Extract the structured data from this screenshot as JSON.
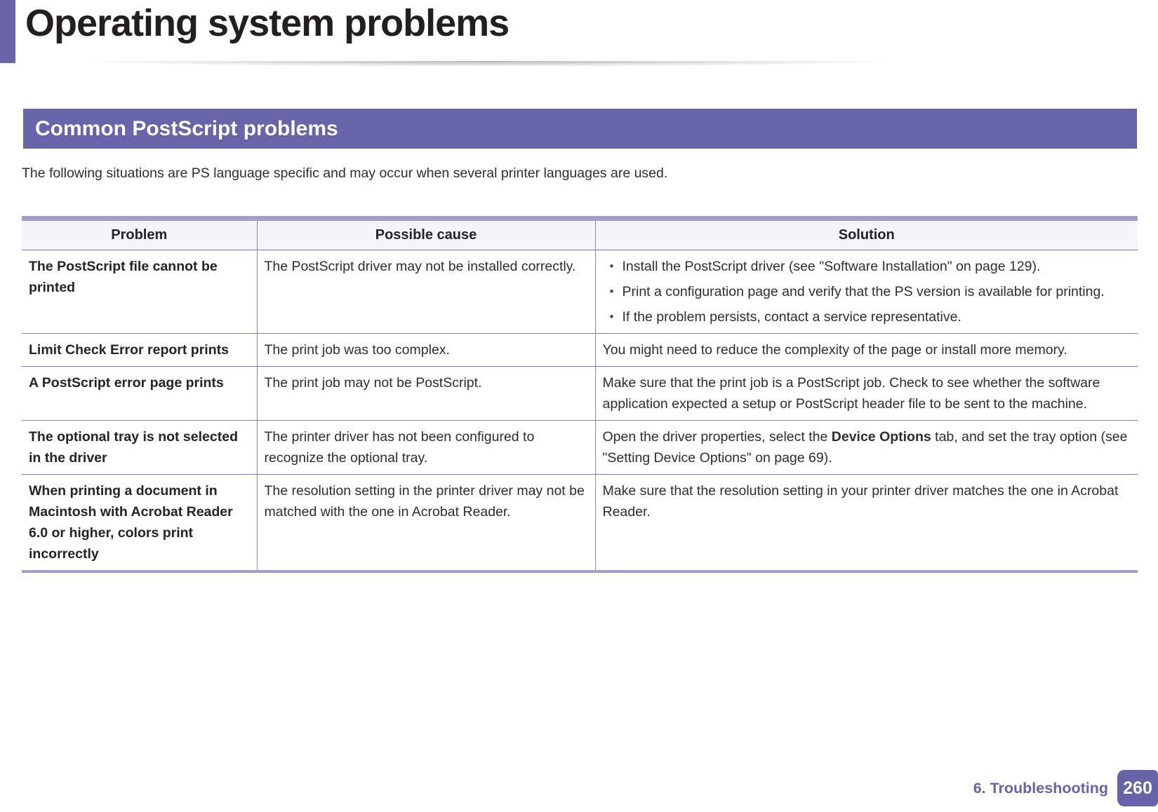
{
  "page": {
    "title": "Operating system problems",
    "section_header": "Common PostScript problems",
    "intro": "The following situations are PS language specific and may occur when several printer languages are used.",
    "bullet_glyph": "•",
    "footer": {
      "chapter": "6. Troubleshooting",
      "page_number": "260"
    },
    "colors": {
      "accent_purple": "#6663A8",
      "section_bar_bg": "#6865AA",
      "table_outer_border": "#A49DCB",
      "table_inner_line": "#827CB5",
      "header_row_bg": "#F5F4FA",
      "body_text": "#2F2D2E"
    }
  },
  "table": {
    "headers": [
      "Problem",
      "Possible cause",
      "Solution"
    ],
    "rows": [
      {
        "problem": "The PostScript file cannot be printed",
        "cause": "The PostScript driver may not be installed correctly.",
        "solution_bullets": [
          "Install the PostScript driver (see \"Software Installation\" on page 129).",
          "Print a configuration page and verify that the PS version is available for printing.",
          "If the problem persists, contact a service representative."
        ]
      },
      {
        "problem": "Limit Check Error report prints",
        "cause": "The print job was too complex.",
        "solution": "You might need to reduce the complexity of the page or install more memory."
      },
      {
        "problem": "A PostScript error page prints",
        "cause": "The print job may not be PostScript.",
        "solution": "Make sure that the print job is a PostScript job. Check to see whether the software application expected a setup or PostScript header file to be sent to the machine."
      },
      {
        "problem": "The optional tray is not selected in the driver",
        "cause": "The printer driver has not been configured to recognize the optional tray.",
        "solution_parts": [
          "Open the driver properties, select the ",
          "Device Options",
          " tab, and set the tray option (see \"Setting Device Options\" on page 69)."
        ]
      },
      {
        "problem": "When printing a document in Macintosh with Acrobat Reader 6.0 or higher, colors print incorrectly",
        "cause": "The resolution setting in the printer driver may not be matched with the one in Acrobat Reader.",
        "solution": "Make sure that the resolution setting in your printer driver matches the one in Acrobat Reader."
      }
    ]
  }
}
